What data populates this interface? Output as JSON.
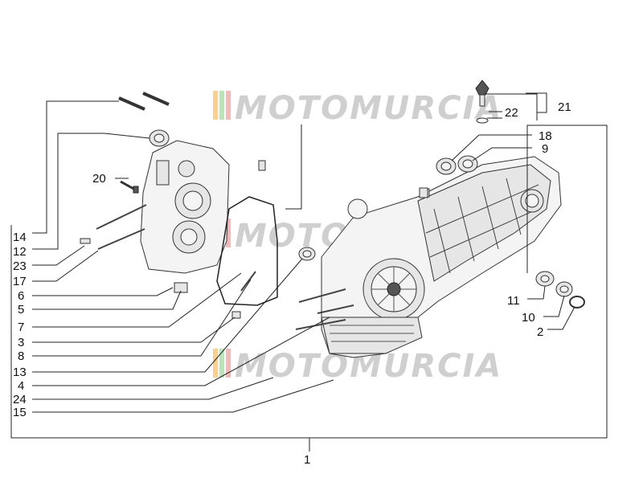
{
  "diagram": {
    "watermark_text": "MOTOMURCIA",
    "callouts": [
      {
        "id": "c1",
        "label": "1"
      },
      {
        "id": "c2",
        "label": "2"
      },
      {
        "id": "c3",
        "label": "3"
      },
      {
        "id": "c4",
        "label": "4"
      },
      {
        "id": "c5",
        "label": "5"
      },
      {
        "id": "c6",
        "label": "6"
      },
      {
        "id": "c7",
        "label": "7"
      },
      {
        "id": "c8",
        "label": "8"
      },
      {
        "id": "c9",
        "label": "9"
      },
      {
        "id": "c10",
        "label": "10"
      },
      {
        "id": "c11",
        "label": "11"
      },
      {
        "id": "c12",
        "label": "12"
      },
      {
        "id": "c13",
        "label": "13"
      },
      {
        "id": "c14",
        "label": "14"
      },
      {
        "id": "c15",
        "label": "15"
      },
      {
        "id": "c17",
        "label": "17"
      },
      {
        "id": "c18",
        "label": "18"
      },
      {
        "id": "c20",
        "label": "20"
      },
      {
        "id": "c21",
        "label": "21"
      },
      {
        "id": "c22",
        "label": "22"
      },
      {
        "id": "c23",
        "label": "23"
      },
      {
        "id": "c24",
        "label": "24"
      }
    ]
  }
}
